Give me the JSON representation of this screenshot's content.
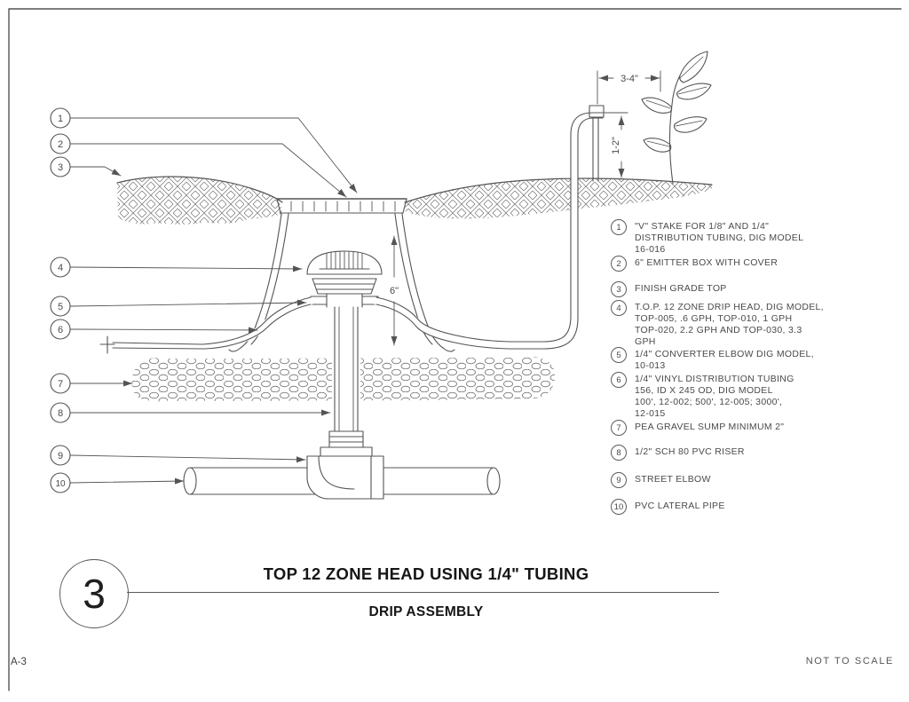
{
  "page": {
    "sheet_ref": "A-3",
    "scale_note": "NOT TO SCALE"
  },
  "title_block": {
    "detail_number": "3",
    "title": "TOP 12 ZONE HEAD USING 1/4\" TUBING",
    "subtitle": "DRIP ASSEMBLY"
  },
  "dimensions": {
    "top_width": "3-4\"",
    "stake_height": "1-2\"",
    "box_depth": "6\""
  },
  "callouts": {
    "numbers": [
      "1",
      "2",
      "3",
      "4",
      "5",
      "6",
      "7",
      "8",
      "9",
      "10"
    ]
  },
  "legend": {
    "items": [
      {
        "num": "1",
        "text": "\"V\" STAKE FOR 1/8\" AND 1/4\"\nDISTRIBUTION TUBING, DIG MODEL\n16-016"
      },
      {
        "num": "2",
        "text": "6\" EMITTER BOX WITH COVER"
      },
      {
        "num": "3",
        "text": "FINISH GRADE TOP"
      },
      {
        "num": "4",
        "text": "T.O.P. 12 ZONE DRIP HEAD, DIG MODEL,\nTOP-005, .6 GPH, TOP-010, 1 GPH\nTOP-020, 2.2 GPH AND TOP-030, 3.3\nGPH"
      },
      {
        "num": "5",
        "text": "1/4\" CONVERTER ELBOW DIG MODEL,\n10-013"
      },
      {
        "num": "6",
        "text": "1/4\" VINYL DISTRIBUTION TUBING\n156, ID X 245 OD, DIG MODEL\n100', 12-002; 500', 12-005; 3000',\n12-015"
      },
      {
        "num": "7",
        "text": "PEA GRAVEL SUMP MINIMUM 2\""
      },
      {
        "num": "8",
        "text": "1/2\" SCH 80 PVC RISER"
      },
      {
        "num": "9",
        "text": "STREET ELBOW"
      },
      {
        "num": "10",
        "text": "PVC LATERAL PIPE"
      }
    ]
  }
}
